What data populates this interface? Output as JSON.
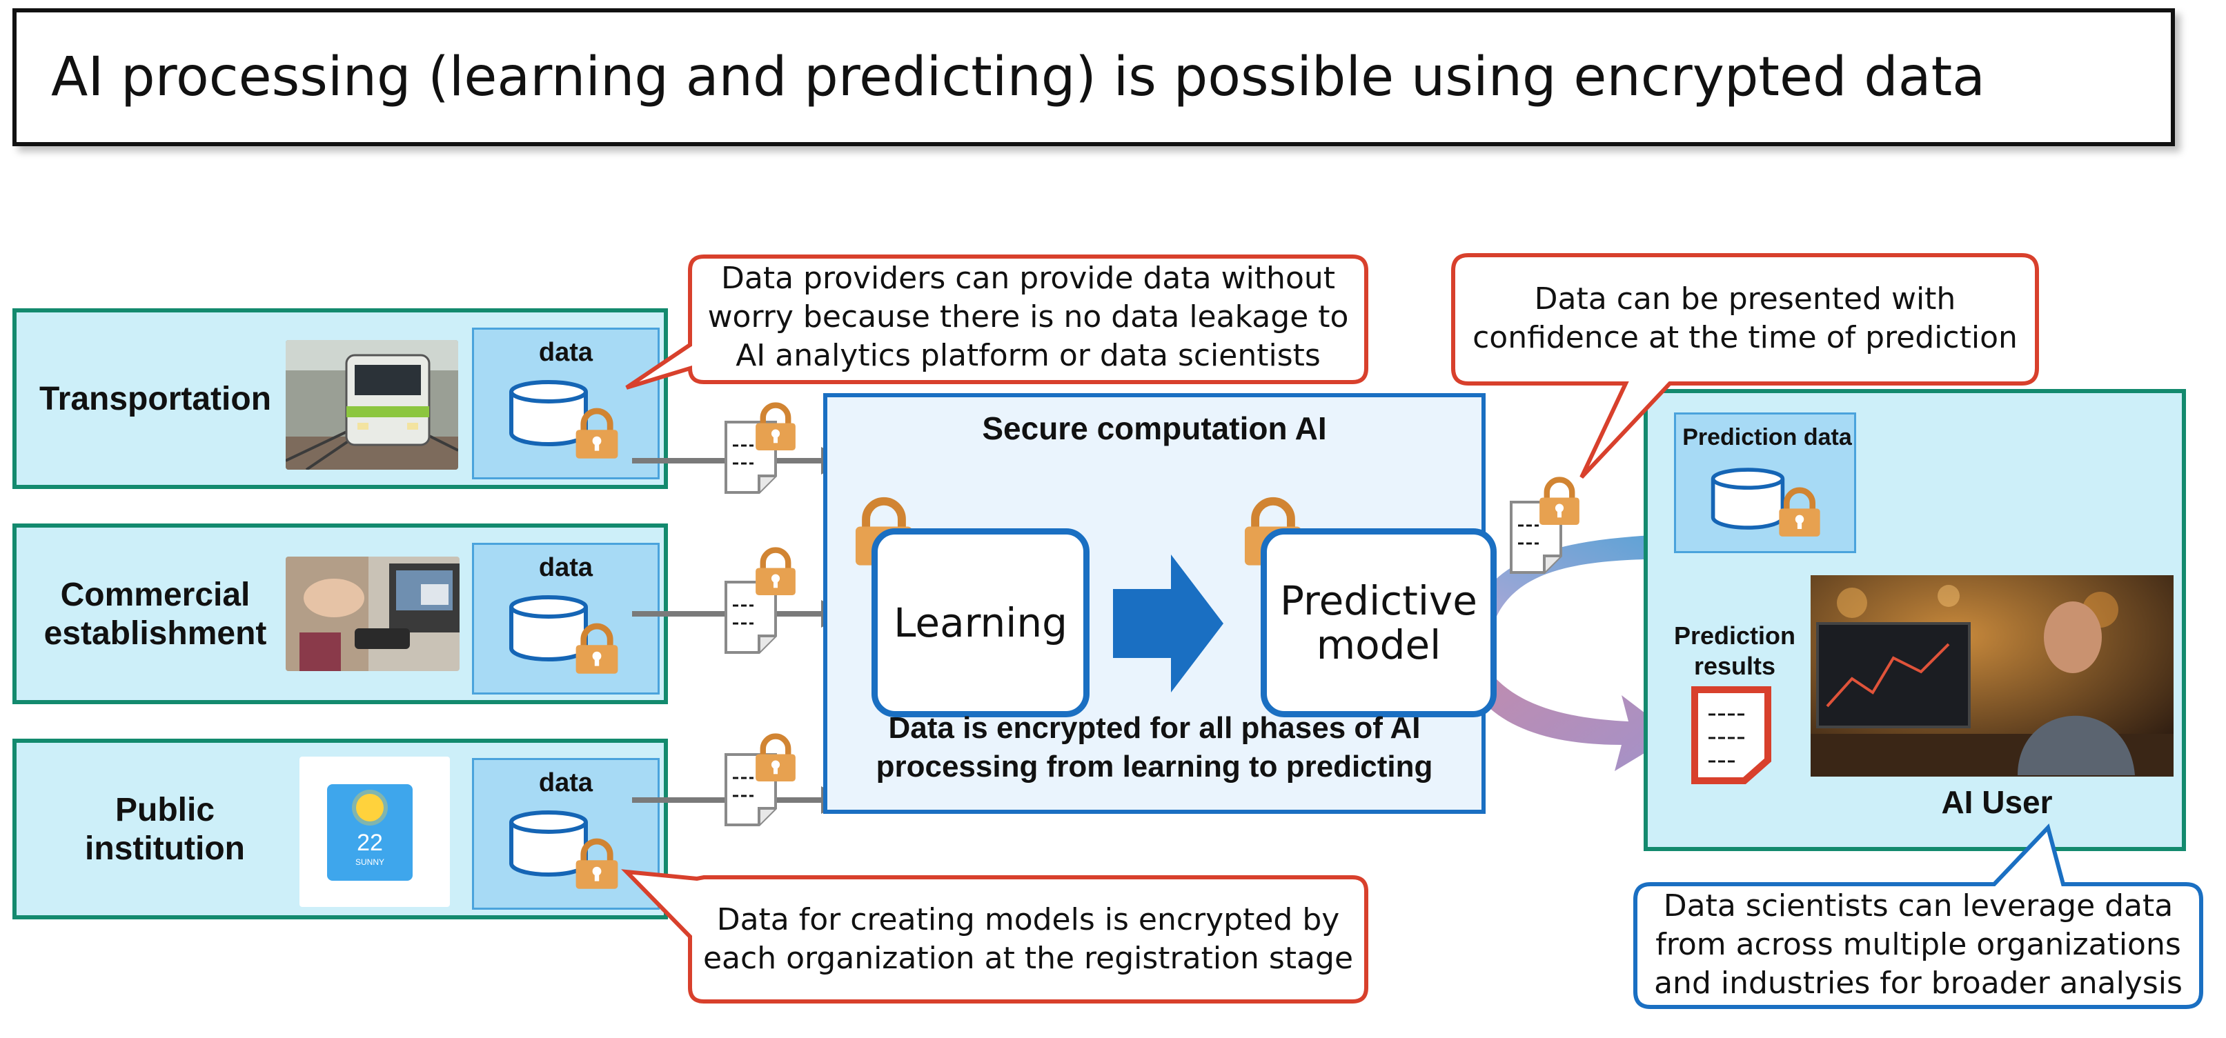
{
  "title": "AI processing (learning and predicting) is possible using encrypted data",
  "providers": [
    {
      "label": "Transportation",
      "data_label": "data"
    },
    {
      "label": "Commercial establishment",
      "data_label": "data"
    },
    {
      "label": "Public institution",
      "data_label": "data"
    }
  ],
  "weather_icon": {
    "temperature": "22",
    "condition": "SUNNY"
  },
  "secure_ai": {
    "title": "Secure computation AI",
    "learning": "Learning",
    "model": "Predictive model",
    "caption": "Data is encrypted for all phases of AI processing from learning to predicting"
  },
  "ai_user": {
    "prediction_data": "Prediction data",
    "prediction_results": "Prediction results",
    "label": "AI User"
  },
  "callouts": {
    "providers": "Data providers can provide data without worry because there is no data leakage to AI analytics platform or data scientists",
    "prediction": "Data can be presented with confidence at the time of prediction",
    "registration": "Data for creating models is encrypted by each organization at the registration stage",
    "scientists": "Data scientists can leverage data from across multiple organizations and industries for broader analysis"
  },
  "colors": {
    "accent_blue": "#1a6fc2",
    "panel_green": "#138a6e",
    "callout_red": "#d8402c",
    "lock_orange": "#e39a4c"
  },
  "icons": [
    "database-icon",
    "lock-icon",
    "document-icon",
    "arrow-right-icon",
    "sun-icon"
  ]
}
